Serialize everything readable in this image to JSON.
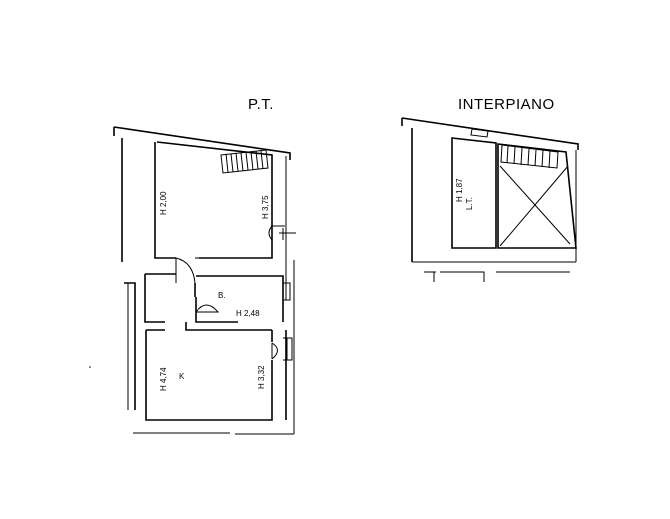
{
  "titles": {
    "ground_floor": "P.T.",
    "mezzanine": "INTERPIANO"
  },
  "rooms": {
    "top_left_height": "H 2,00",
    "top_right_height": "H 3,75",
    "bathroom": "B.",
    "bathroom_height": "H 2,48",
    "kitchen": "K",
    "kitchen_left_height": "H 4,74",
    "kitchen_right_height": "H 3,32",
    "mezzanine_height": "H 1,87",
    "mezzanine_room": "L.T."
  }
}
